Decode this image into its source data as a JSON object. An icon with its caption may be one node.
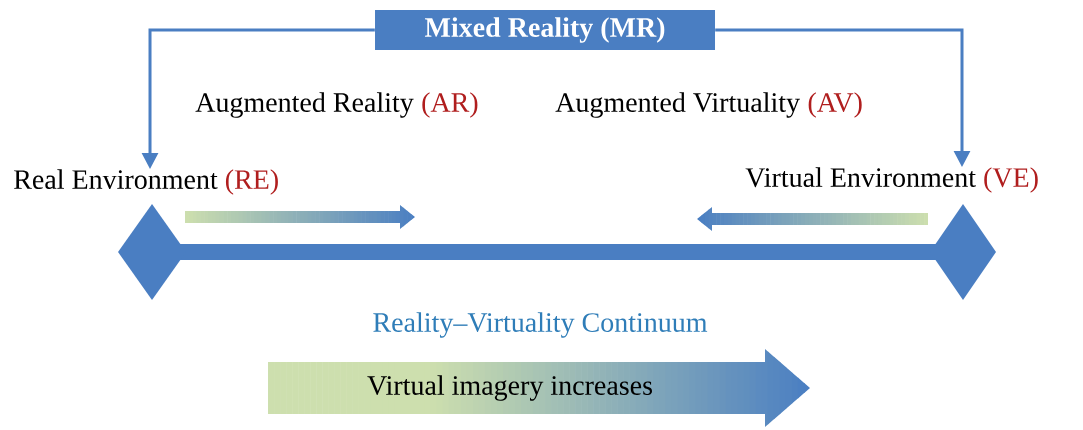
{
  "diagram": {
    "nodes": [
      {
        "text": [
          "Mixed Reality (MR)"
        ]
      },
      {
        "text": [
          "Virtual imagery increases"
        ]
      },
      {
        "text": [
          "Real Environment",
          "(RE)"
        ]
      },
      {
        "text": [
          "Virtual Environment",
          "(VE)"
        ]
      }
    ],
    "edges": [
      {
        "from": 0,
        "to": 2,
        "arrow": "to"
      },
      {
        "from": 0,
        "to": 3,
        "arrow": "to"
      }
    ],
    "labels": [
      "Augmented Reality",
      "(AR)",
      "Augmented Virtuality",
      "(AV)",
      "Reality–Virtuality Continuum"
    ]
  }
}
